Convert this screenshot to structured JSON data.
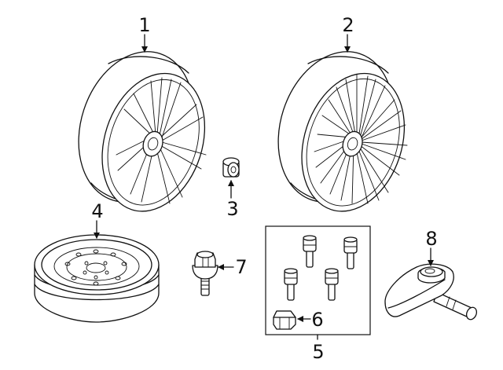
{
  "callouts": {
    "c1": "1",
    "c2": "2",
    "c3": "3",
    "c4": "4",
    "c5": "5",
    "c6": "6",
    "c7": "7",
    "c8": "8"
  },
  "icons": {
    "alloy_wheel_1": "alloy-wheel-icon",
    "alloy_wheel_2": "alloy-wheel-icon",
    "valve_cap": "valve-cap-icon",
    "spare_wheel": "spare-tire-icon",
    "lug_bolt": "lug-bolt-icon",
    "lock_bolt_kit": "wheel-lock-kit-icon",
    "lock_key": "lock-key-icon",
    "tpms_sensor": "tpms-sensor-icon"
  }
}
